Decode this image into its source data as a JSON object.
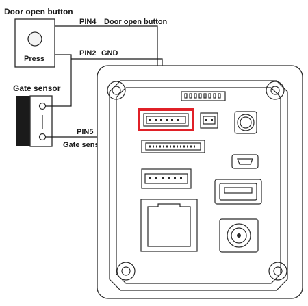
{
  "labels": {
    "door_button_title": "Door open button",
    "press_label": "Press",
    "gate_sensor_title": "Gate sensor",
    "pin4": "PIN4",
    "pin4_desc": "Door open button",
    "pin2": "PIN2",
    "pin2_desc": "GND",
    "pin5": "PIN5",
    "pin5_desc": "Gate sensor"
  },
  "colors": {
    "highlight": "#e02027",
    "line": "#2a2a2a",
    "sensor_block": "#1a1a1a"
  }
}
